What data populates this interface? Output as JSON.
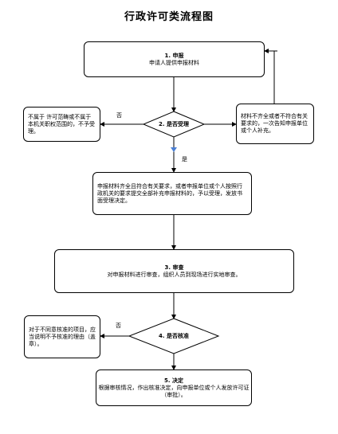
{
  "title": "行政许可类流程图",
  "nodes": {
    "apply": {
      "head": "1. 申报",
      "body": "申请人提供申报材料"
    },
    "decide_accept": {
      "label": "2. 是否受理"
    },
    "not_in_scope": {
      "body": "不属于 许可范畴或不属于本机关职权范围的，不予受理。"
    },
    "incomplete": {
      "body": "材料不齐全或者不符合有关要求的，一次告知申报单位或个人补充。"
    },
    "accept": {
      "body": "申报材料齐全且符合有关要求，或者申报单位或个人按照行政机关的要求提交全部补充申报材料的，予以受理，发放书面受理决定。"
    },
    "review": {
      "head": "3. 审查",
      "body": "对申报材料进行审查，组织人员到现场进行实地审查。"
    },
    "decide_approve": {
      "label": "4. 是否核准"
    },
    "not_approved": {
      "body": "对于不同意核准的项目，应当说明不予核准的理由（盖章）。"
    },
    "decision": {
      "head": "5. 决定",
      "body": "根据审核情况，作出核准决定，向申报单位或个人发放许可证（审批）。"
    }
  },
  "edge_labels": {
    "no_1": "否",
    "yes_1": "是",
    "no_2": "否"
  },
  "colors": {
    "stroke": "#000000",
    "marker_blue": "#4a7fd4"
  }
}
